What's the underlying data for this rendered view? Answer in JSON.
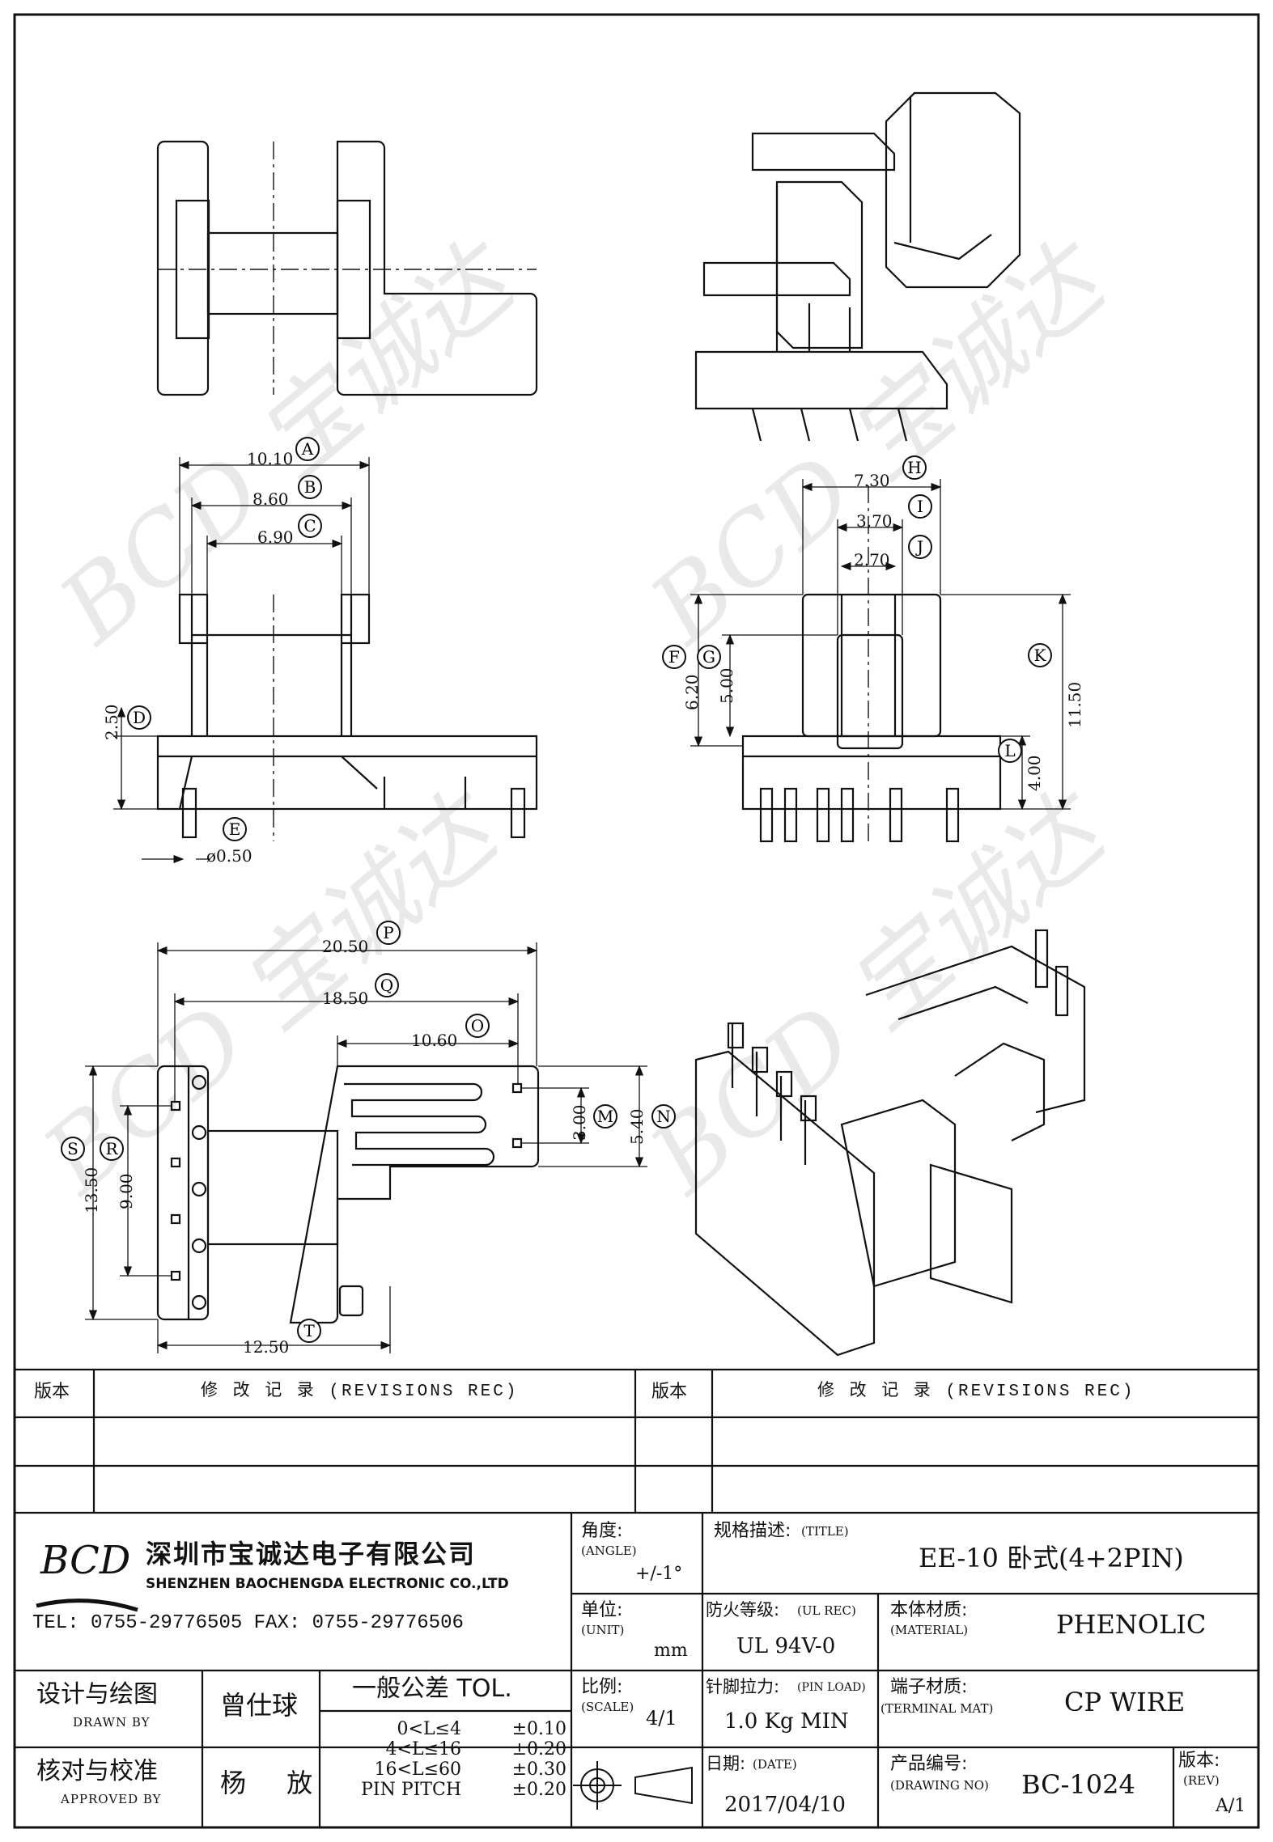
{
  "dimensions": {
    "A": "10.10",
    "B": "8.60",
    "C": "6.90",
    "D": "2.50",
    "E": "ø0.50",
    "H": "7.30",
    "I": "3.70",
    "J": "2.70",
    "F": "6.20",
    "G": "5.00",
    "K": "11.50",
    "L": "4.00",
    "P": "20.50",
    "Q": "18.50",
    "O": "10.60",
    "M": "3.00",
    "N": "5.40",
    "S": "13.50",
    "R": "9.00",
    "T": "12.50"
  },
  "watermark": "BCD 宝诚达",
  "revisions": {
    "col_version": "版本",
    "col_record": "修 改 记 录  (REVISIONS REC)"
  },
  "company": {
    "logo": "BCD",
    "name_cn": "深圳市宝诚达电子有限公司",
    "name_en": "SHENZHEN BAOCHENGDA ELECTRONIC CO.,LTD",
    "contact": "TEL: 0755-29776505  FAX: 0755-29776506"
  },
  "title_block": {
    "angle_label": "角度:",
    "angle_en": "(ANGLE)",
    "angle_value": "+/-1°",
    "spec_label": "规格描述:",
    "spec_en": "(TITLE)",
    "spec_value": "EE-10 卧式(4+2PIN)",
    "unit_label": "单位:",
    "unit_en": "(UNIT)",
    "unit_value": "mm",
    "fire_label": "防火等级:",
    "fire_en": "(UL REC)",
    "fire_value": "UL 94V-0",
    "material_label": "本体材质:",
    "material_en": "(MATERIAL)",
    "material_value": "PHENOLIC",
    "scale_label": "比例:",
    "scale_en": "(SCALE)",
    "scale_value": "4/1",
    "pin_label": "针脚拉力:",
    "pin_en": "(PIN LOAD)",
    "pin_value": "1.0 Kg MIN",
    "terminal_label": "端子材质:",
    "terminal_en": "(TERMINAL MAT)",
    "terminal_value": "CP WIRE",
    "date_label": "日期:",
    "date_en": "(DATE)",
    "date_value": "2017/04/10",
    "drawing_label": "产品编号:",
    "drawing_en": "(DRAWING NO)",
    "drawing_value": "BC-1024",
    "rev_label": "版本:",
    "rev_en": "(REV)",
    "rev_value": "A/1",
    "drawn_label": "设计与绘图",
    "drawn_en": "DRAWN BY",
    "drawn_value": "曾仕球",
    "approved_label": "核对与校准",
    "approved_en": "APPROVED BY",
    "approved_value": "杨 放",
    "tol_title": "一般公差 TOL.",
    "tol_rows": [
      {
        "range": "0<L≤4",
        "tol": "±0.10"
      },
      {
        "range": "4<L≤16",
        "tol": "±0.20"
      },
      {
        "range": "16<L≤60",
        "tol": "±0.30"
      },
      {
        "range": "PIN PITCH",
        "tol": "±0.20"
      }
    ]
  }
}
